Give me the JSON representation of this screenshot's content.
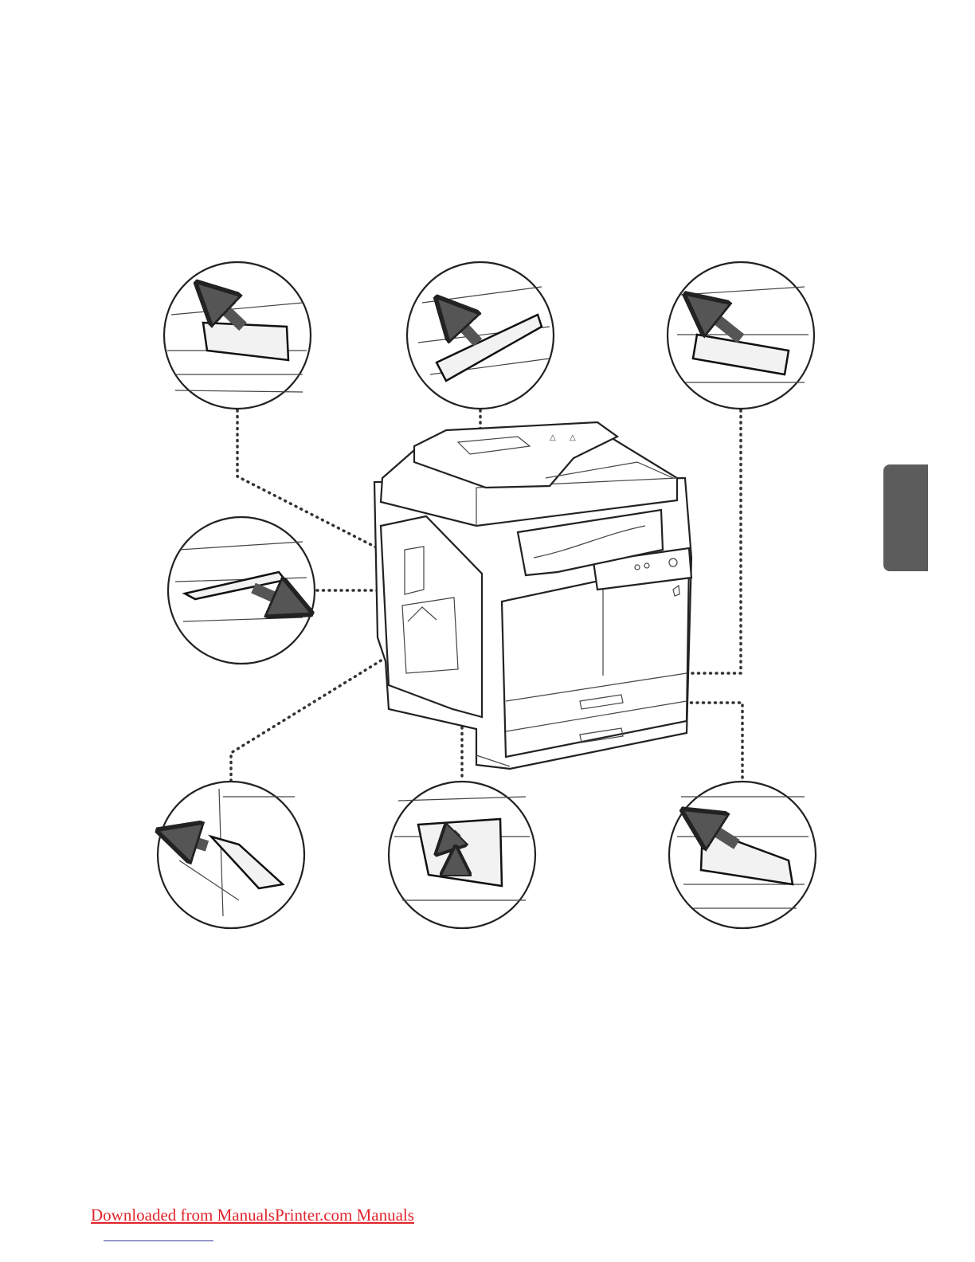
{
  "document": {
    "footer": {
      "link_text": "Downloaded from ManualsPrinter.com Manuals",
      "link_color": "#e0242b"
    },
    "chapter_tab_color": "#5c5c5c"
  },
  "illustration": {
    "subject": "printer-with-paper-jam-locations",
    "callouts": [
      {
        "id": "callout-fixing-unit",
        "icon": "paper-removal-icon"
      },
      {
        "id": "callout-feeder",
        "icon": "paper-removal-icon"
      },
      {
        "id": "callout-right-cover-upper",
        "icon": "paper-removal-icon"
      },
      {
        "id": "callout-duplex-unit",
        "icon": "paper-removal-icon"
      },
      {
        "id": "callout-multipurpose-tray",
        "icon": "paper-removal-icon"
      },
      {
        "id": "callout-transfer-area",
        "icon": "paper-removal-icon"
      },
      {
        "id": "callout-lower-right-cover",
        "icon": "paper-removal-icon"
      }
    ]
  }
}
